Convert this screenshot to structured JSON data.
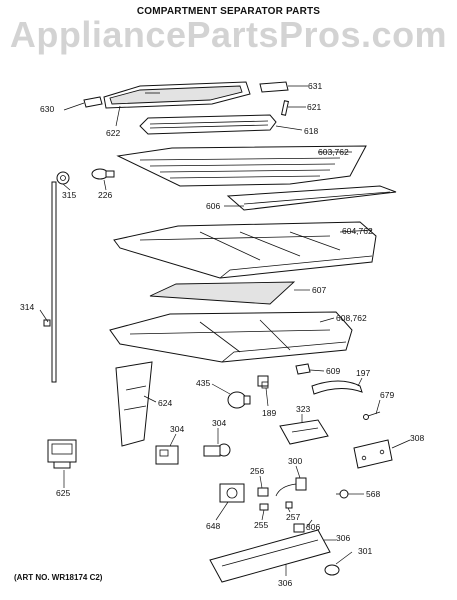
{
  "header": {
    "title": "COMPARTMENT SEPARATOR PARTS",
    "watermark": "AppliancePartsPros.com"
  },
  "footer": {
    "art_number": "(ART NO. WR18174 C2)"
  },
  "callouts": [
    {
      "id": "631",
      "label": "631"
    },
    {
      "id": "630",
      "label": "630"
    },
    {
      "id": "621",
      "label": "621"
    },
    {
      "id": "622",
      "label": "622"
    },
    {
      "id": "618",
      "label": "618"
    },
    {
      "id": "603",
      "label": "603,762"
    },
    {
      "id": "315",
      "label": "315"
    },
    {
      "id": "226",
      "label": "226"
    },
    {
      "id": "606",
      "label": "606"
    },
    {
      "id": "604",
      "label": "604,762"
    },
    {
      "id": "607",
      "label": "607"
    },
    {
      "id": "314",
      "label": "314"
    },
    {
      "id": "608",
      "label": "608,762"
    },
    {
      "id": "609",
      "label": "609"
    },
    {
      "id": "197",
      "label": "197"
    },
    {
      "id": "435",
      "label": "435"
    },
    {
      "id": "189",
      "label": "189"
    },
    {
      "id": "679",
      "label": "679"
    },
    {
      "id": "624",
      "label": "624"
    },
    {
      "id": "323",
      "label": "323"
    },
    {
      "id": "304a",
      "label": "304"
    },
    {
      "id": "304b",
      "label": "304"
    },
    {
      "id": "308",
      "label": "308"
    },
    {
      "id": "256",
      "label": "256"
    },
    {
      "id": "300",
      "label": "300"
    },
    {
      "id": "625",
      "label": "625"
    },
    {
      "id": "568",
      "label": "568"
    },
    {
      "id": "648",
      "label": "648"
    },
    {
      "id": "255",
      "label": "255"
    },
    {
      "id": "257",
      "label": "257"
    },
    {
      "id": "306a",
      "label": "306"
    },
    {
      "id": "306b",
      "label": "306"
    },
    {
      "id": "301",
      "label": "301"
    },
    {
      "id": "306c",
      "label": "306"
    }
  ]
}
